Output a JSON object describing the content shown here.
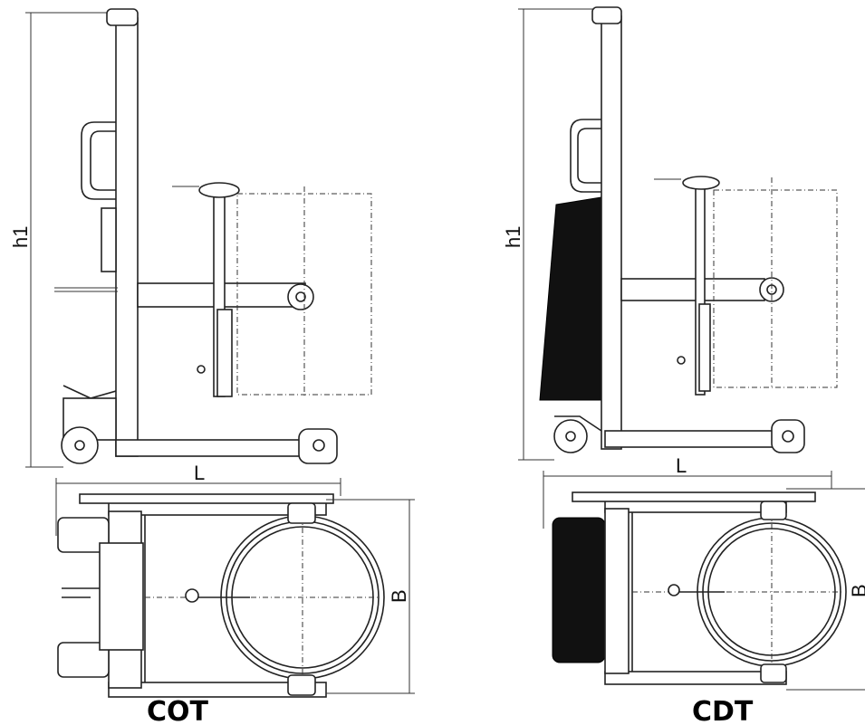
{
  "labels": {
    "left": {
      "height": "h1",
      "length": "L",
      "width": "B",
      "caption": "COT"
    },
    "right": {
      "height": "h1",
      "length": "L",
      "width": "B",
      "caption": "CDT"
    }
  },
  "colors": {
    "line": "#222222",
    "battery": "#111111",
    "background": "#ffffff"
  }
}
